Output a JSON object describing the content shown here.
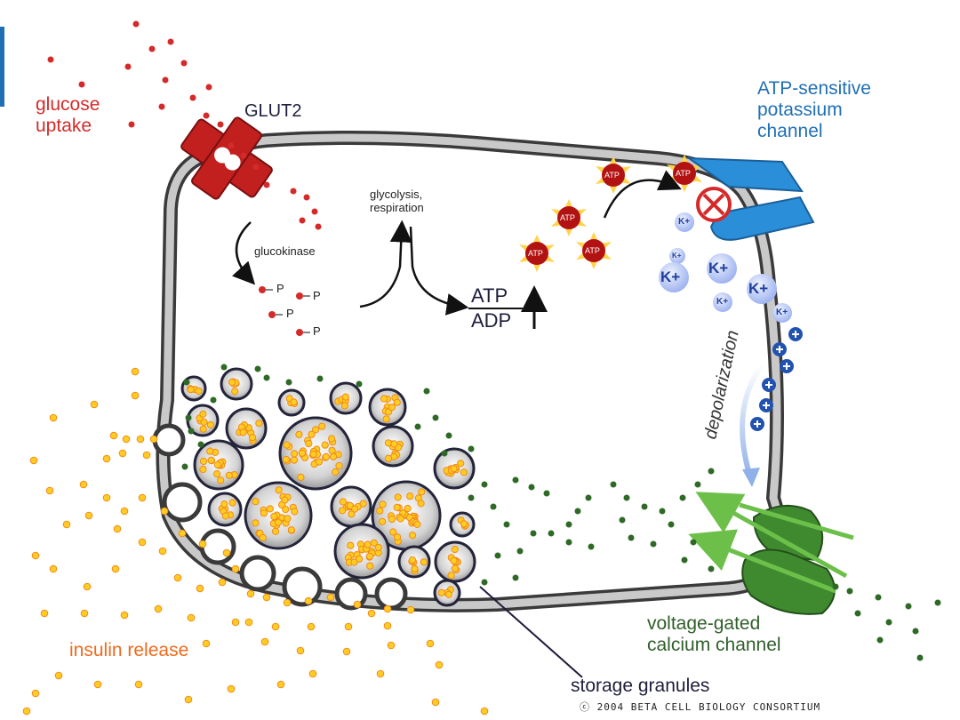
{
  "labels": {
    "glucose_uptake": "glucose\nuptake",
    "glut2": "GLUT2",
    "glycolysis": "glycolysis,\nrespiration",
    "glucokinase": "glucokinase",
    "phosphate": "P",
    "atp": "ATP",
    "adp": "ADP",
    "atp_token": "ATP",
    "k_ion": "K+",
    "atp_channel": "ATP-sensitive\npotassium\nchannel",
    "depolarization": "depolarization",
    "calcium_channel": "voltage-gated\ncalcium channel",
    "storage_granules": "storage granules",
    "insulin_release": "insulin release",
    "copyright": "ⓒ 2004 BETA CELL BIOLOGY CONSORTIUM"
  },
  "colors": {
    "glucose": "#d42a2a",
    "membrane_outer": "#3a3a3a",
    "membrane_fill": "#c9c9c9",
    "potassium_channel": "#2a8fd8",
    "calcium_channel": "#3f8a2f",
    "insulin": "#ffcc22",
    "calcium_dot": "#2e6a25",
    "atp_star": "#b31212"
  }
}
